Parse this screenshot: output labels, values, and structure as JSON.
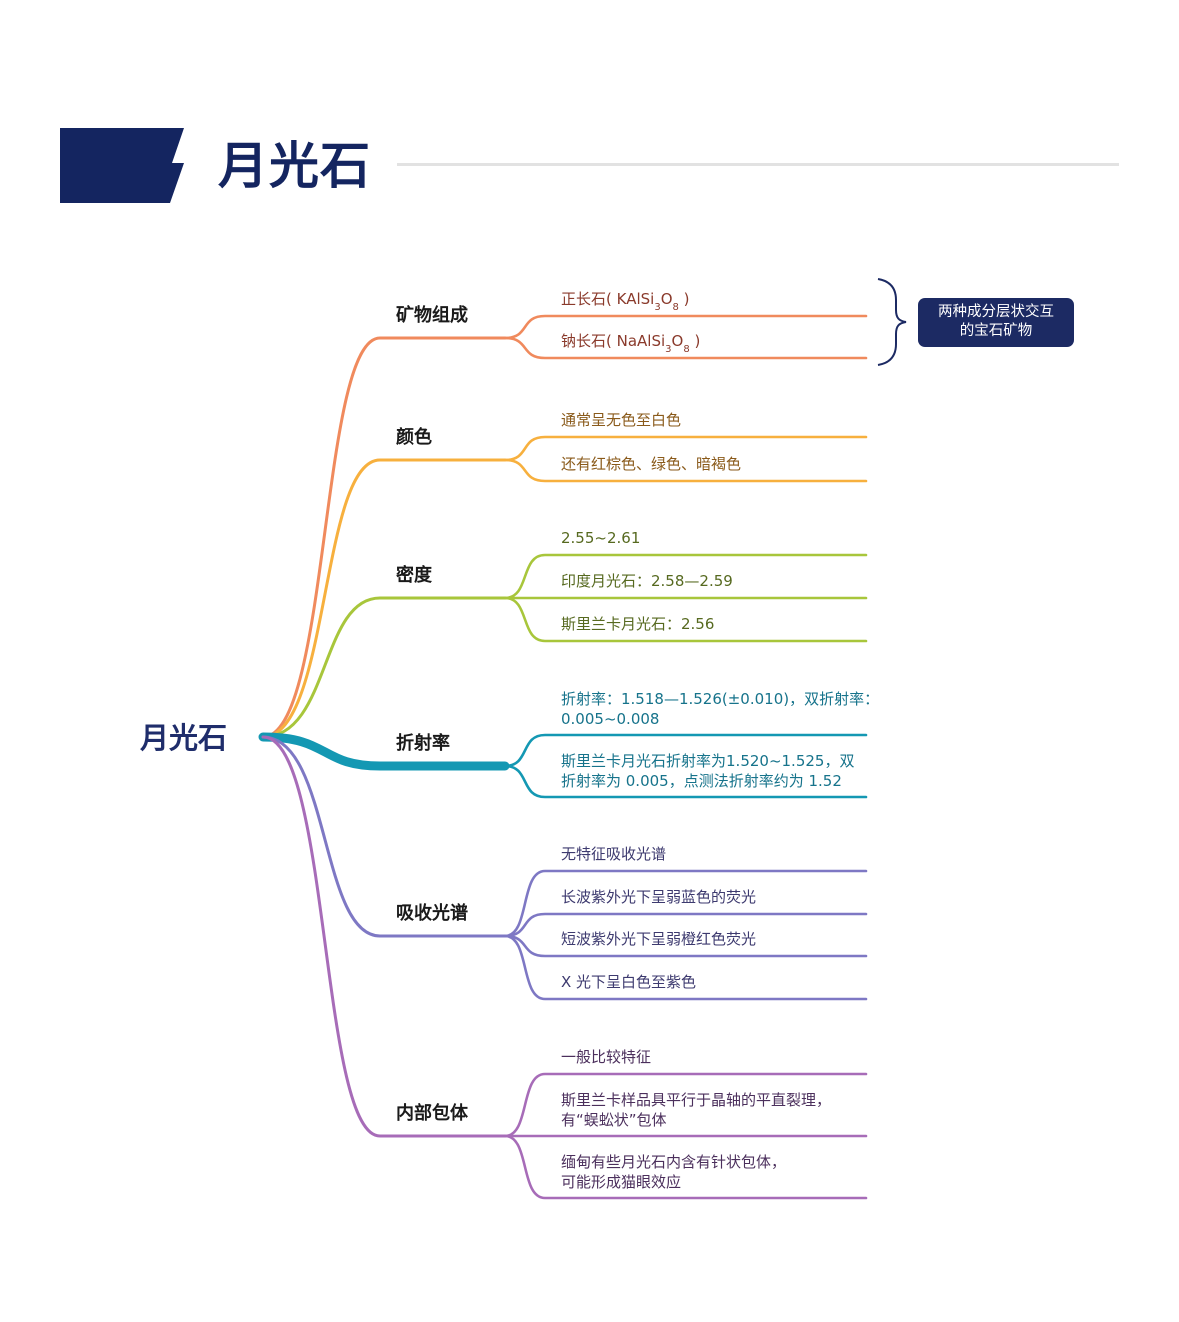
{
  "header": {
    "title": "月光石"
  },
  "mindmap": {
    "root": "月光石",
    "branches": [
      {
        "label": "矿物组成",
        "color": "#f08a5d",
        "leaves": [
          [
            {
              "t": "正长石( KAlSi"
            },
            {
              "t": "3",
              "sub": true
            },
            {
              "t": "O"
            },
            {
              "t": "8",
              "sub": true
            },
            {
              "t": " )"
            }
          ],
          [
            {
              "t": "钠长石( NaAlSi"
            },
            {
              "t": "3",
              "sub": true
            },
            {
              "t": "O"
            },
            {
              "t": "8",
              "sub": true
            },
            {
              "t": " )"
            }
          ]
        ]
      },
      {
        "label": "颜色",
        "color": "#f7b03e",
        "leaves": [
          [
            {
              "t": "通常呈无色至白色"
            }
          ],
          [
            {
              "t": "还有红棕色、绿色、暗褐色"
            }
          ]
        ]
      },
      {
        "label": "密度",
        "color": "#a8c63b",
        "leaves": [
          [
            {
              "t": "2.55~2.61"
            }
          ],
          [
            {
              "t": "印度月光石：2.58—2.59"
            }
          ],
          [
            {
              "t": "斯里兰卡月光石：2.56"
            }
          ]
        ]
      },
      {
        "label": "折射率",
        "color": "#1498b3",
        "leaves": [
          [
            {
              "t": "折射率：1.518—1.526(±0.010)，双折射率："
            },
            {
              "br": true
            },
            {
              "t": "0.005~0.008"
            }
          ],
          [
            {
              "t": "斯里兰卡月光石折射率为1.520~1.525，双"
            },
            {
              "br": true
            },
            {
              "t": "折射率为 0.005，点测法折射率约为 1.52"
            }
          ]
        ]
      },
      {
        "label": "吸收光谱",
        "color": "#7e78c4",
        "leaves": [
          [
            {
              "t": "无特征吸收光谱"
            }
          ],
          [
            {
              "t": "长波紫外光下呈弱蓝色的荧光"
            }
          ],
          [
            {
              "t": "短波紫外光下呈弱橙红色荧光"
            }
          ],
          [
            {
              "t": "X 光下呈白色至紫色"
            }
          ]
        ]
      },
      {
        "label": "内部包体",
        "color": "#a76cb8",
        "leaves": [
          [
            {
              "t": "一般比较特征"
            }
          ],
          [
            {
              "t": "斯里兰卡样品具平行于晶轴的平直裂理，"
            },
            {
              "br": true
            },
            {
              "t": "有“蜈蚣状”包体"
            }
          ],
          [
            {
              "t": "缅甸有些月光石内含有针状包体，"
            },
            {
              "br": true
            },
            {
              "t": "可能形成猫眼效应"
            }
          ]
        ]
      }
    ],
    "note": {
      "line1": "两种成分层状交互",
      "line2": "的宝石矿物"
    },
    "text_colors": {
      "矿物组成": "#8a3a2b",
      "颜色": "#8a5a1a",
      "密度": "#56691f",
      "折射率": "#16738b",
      "吸收光谱": "#3d3a6f",
      "内部包体": "#4b2f5c"
    }
  }
}
